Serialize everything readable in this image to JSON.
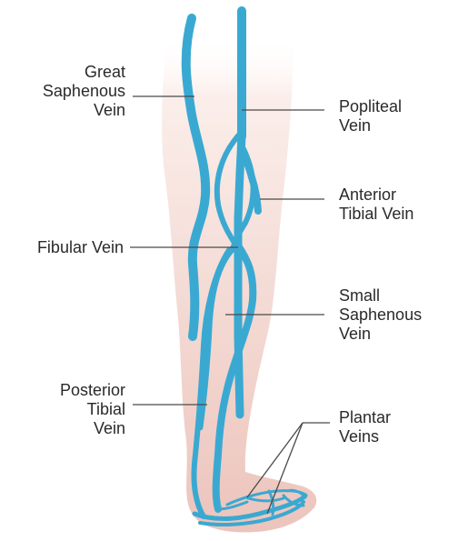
{
  "colors": {
    "skin_light": "#fbeeea",
    "skin_dark": "#ecc4bc",
    "vein": "#3aa9d2",
    "leader_line": "#4a4a4a",
    "text": "#2a2a2a"
  },
  "labels": {
    "great_saphenous": "Great\nSaphenous\nVein",
    "popliteal": "Popliteal\nVein",
    "anterior_tibial": "Anterior\nTibial Vein",
    "fibular": "Fibular Vein",
    "small_saphenous": "Small\nSaphenous\nVein",
    "posterior_tibial": "Posterior\nTibial\nVein",
    "plantar": "Plantar\nVeins"
  }
}
